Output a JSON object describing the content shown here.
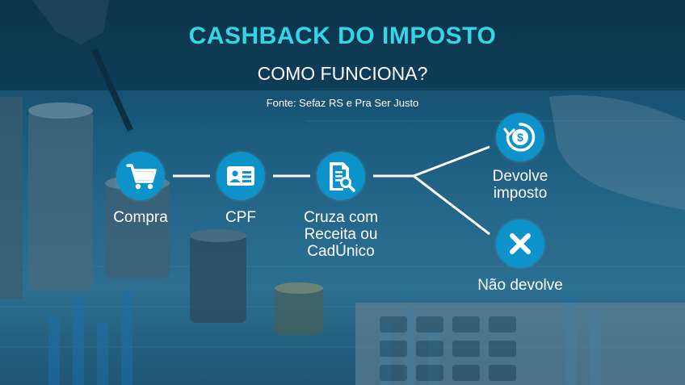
{
  "header": {
    "title": "CASHBACK DO IMPOSTO",
    "subtitle": "COMO FUNCIONA?",
    "source": "Fonte: Sefaz RS e Pra Ser Justo"
  },
  "flow": {
    "steps": [
      {
        "label": "Compra",
        "icon": "shopping-cart-icon"
      },
      {
        "label": "CPF",
        "icon": "id-card-icon"
      },
      {
        "label_lines": [
          "Cruza com",
          "Receita ou",
          "CadÚnico"
        ],
        "icon": "document-search-icon"
      }
    ],
    "outcomes": [
      {
        "label_lines": [
          "Devolve",
          "imposto"
        ],
        "icon": "money-refund-icon"
      },
      {
        "label": "Não devolve",
        "icon": "x-icon"
      }
    ]
  },
  "colors": {
    "accent": "#35d5e6",
    "node": "#0d93c9",
    "connector": "#ffffff"
  }
}
